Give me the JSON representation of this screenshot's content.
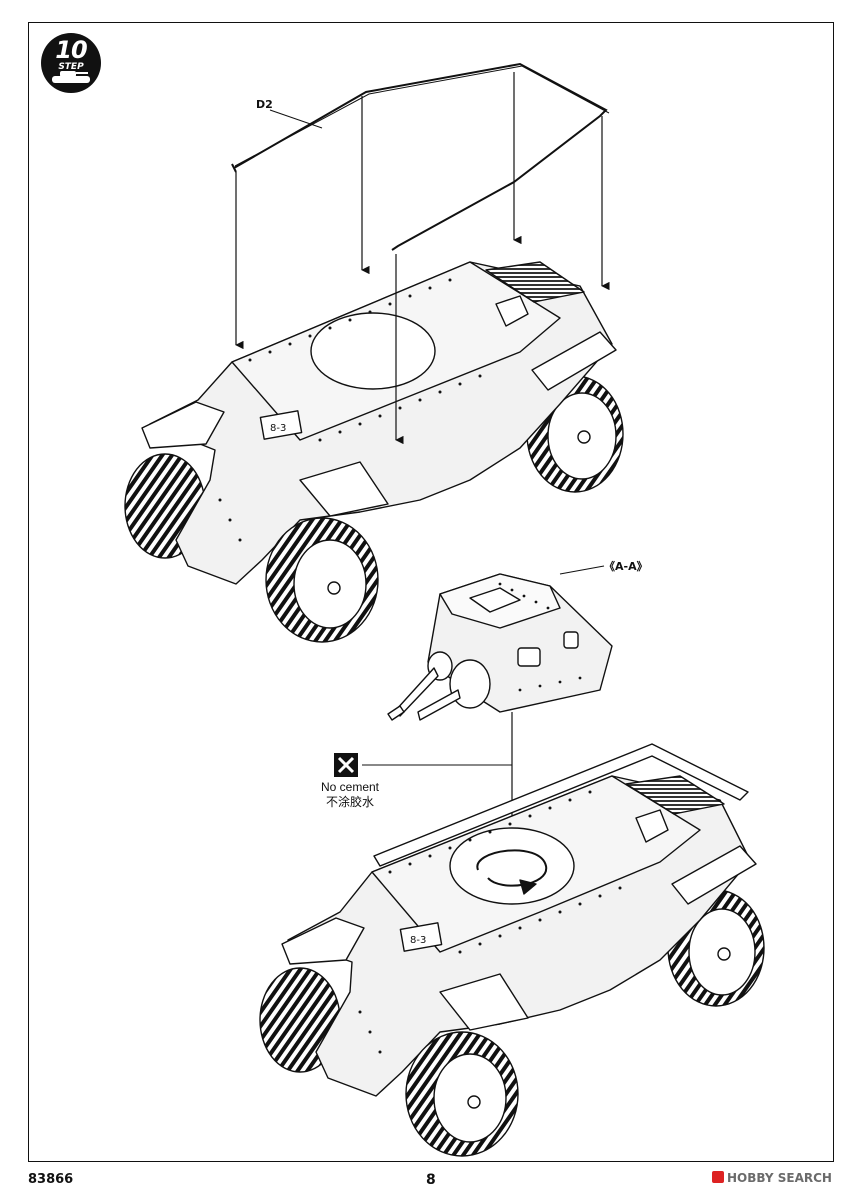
{
  "step": {
    "number": "10",
    "word": "STEP"
  },
  "parts": {
    "roof_rail": "D2",
    "detail_view": "《A-A》"
  },
  "note": {
    "line1": "No cement",
    "line2": "不涂胶水"
  },
  "footer": {
    "kit_code": "83866",
    "page_number": "8"
  },
  "watermark": {
    "text": "HOBBY SEARCH"
  },
  "colors": {
    "ink": "#111111",
    "paper": "#ffffff",
    "hull_fill": "#f2f2f2",
    "watermark_red": "#dd2222"
  },
  "icons": {
    "no_cement": "cross-box-icon",
    "step": "step-badge-icon"
  }
}
